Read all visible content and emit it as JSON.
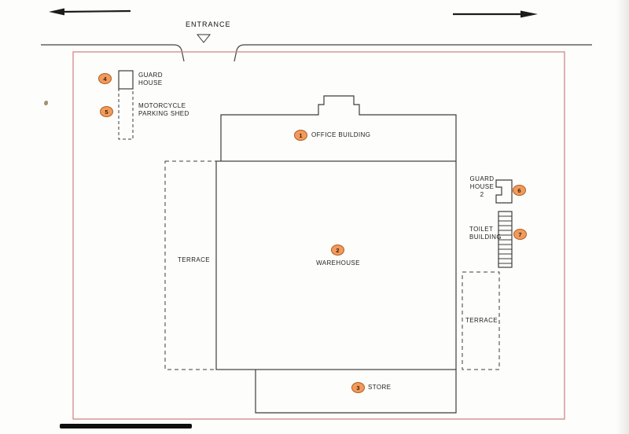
{
  "road": {
    "entrance_label": "ENTRANCE"
  },
  "buildings": {
    "office": {
      "num": "1",
      "label": "OFFICE BUILDING"
    },
    "warehouse": {
      "num": "2",
      "label": "WAREHOUSE"
    },
    "store": {
      "num": "3",
      "label": "STORE"
    },
    "guard_house": {
      "num": "4",
      "label": "GUARD\nHOUSE"
    },
    "motorcycle_shed": {
      "num": "5",
      "label": "MOTORCYCLE\nPARKING SHED"
    },
    "guard_house_2": {
      "num": "6",
      "label": "GUARD\nHOUSE\n2"
    },
    "toilet": {
      "num": "7",
      "label": "TOILET\nBUILDING"
    }
  },
  "areas": {
    "terrace_left": {
      "label": "TERRACE"
    },
    "terrace_right": {
      "label": "TERRACE"
    }
  },
  "colors": {
    "boundary": "#cf7e7e",
    "building_line": "#3d3d3d",
    "marker_fill": "#f19a5e",
    "marker_border": "#b05f1d",
    "arrow": "#1c1c1c"
  }
}
